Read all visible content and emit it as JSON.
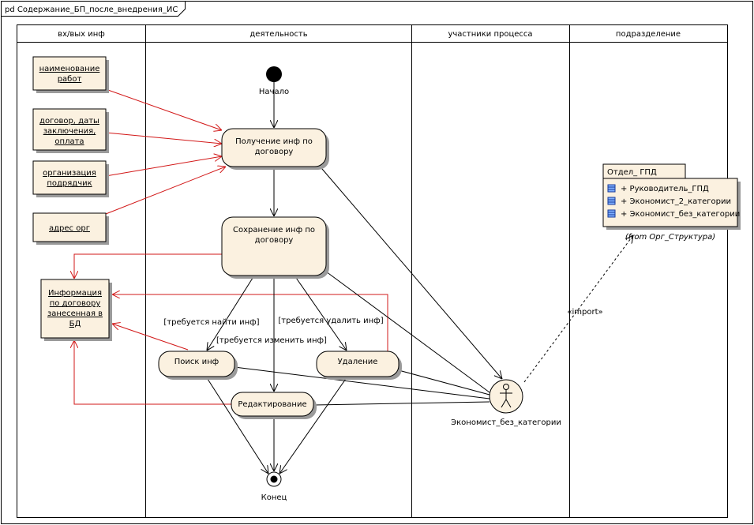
{
  "frame": {
    "title": "pd Содержание_БП_после_внедрения_ИС"
  },
  "lanes": [
    {
      "id": "io",
      "label": "вх/вых инф"
    },
    {
      "id": "activity",
      "label": "деятельность"
    },
    {
      "id": "participants",
      "label": "участники процесса"
    },
    {
      "id": "department",
      "label": "подразделение"
    }
  ],
  "objects": {
    "name_work": [
      "наименование",
      "работ"
    ],
    "contract": [
      "договор, даты",
      "заключения,",
      "оплата"
    ],
    "org": [
      "организация",
      "подрядчик"
    ],
    "address": [
      "адрес орг"
    ],
    "info_db": [
      "Информация",
      "по договору",
      "занесенная в",
      "БД"
    ]
  },
  "nodes": {
    "start": "Начало",
    "end": "Конец",
    "receive": [
      "Получение инф по",
      "договору"
    ],
    "save": [
      "Сохранение инф по",
      "договору"
    ],
    "search": "Поиск инф",
    "delete": "Удаление",
    "edit": "Редактирование"
  },
  "guards": {
    "find": "[требуется найти инф]",
    "delete": "[требуется удалить инф]",
    "edit": "[требуется изменить инф]"
  },
  "actor": {
    "name": "Экономист_без_категории"
  },
  "department_box": {
    "title": "Отдел_ ГПД",
    "members": [
      "+ Руководитель_ГПД",
      "+ Экономист_2_категории",
      "+ Экономист_без_категории"
    ],
    "from_note": "(from Орг_Структура)"
  },
  "import_label": "«import»"
}
